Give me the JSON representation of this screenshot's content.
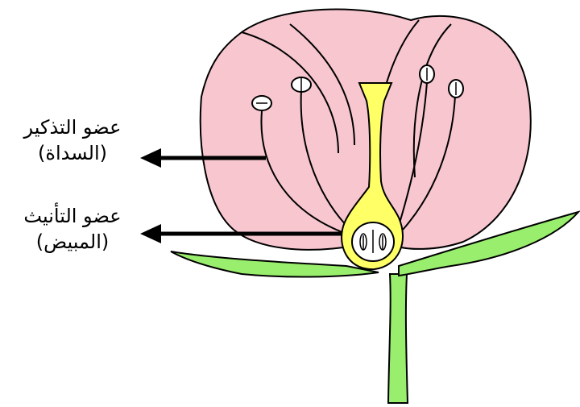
{
  "labels": {
    "male": {
      "line1": "عضو التذكير",
      "line2": "(السداة)"
    },
    "female": {
      "line1": "عضو التأنيث",
      "line2": "(المبيض)"
    }
  },
  "colors": {
    "petal": "#f7c6cf",
    "stem": "#99ee6d",
    "pistil": "#ffff66",
    "outline": "#000000",
    "anther": "#ffffff"
  }
}
